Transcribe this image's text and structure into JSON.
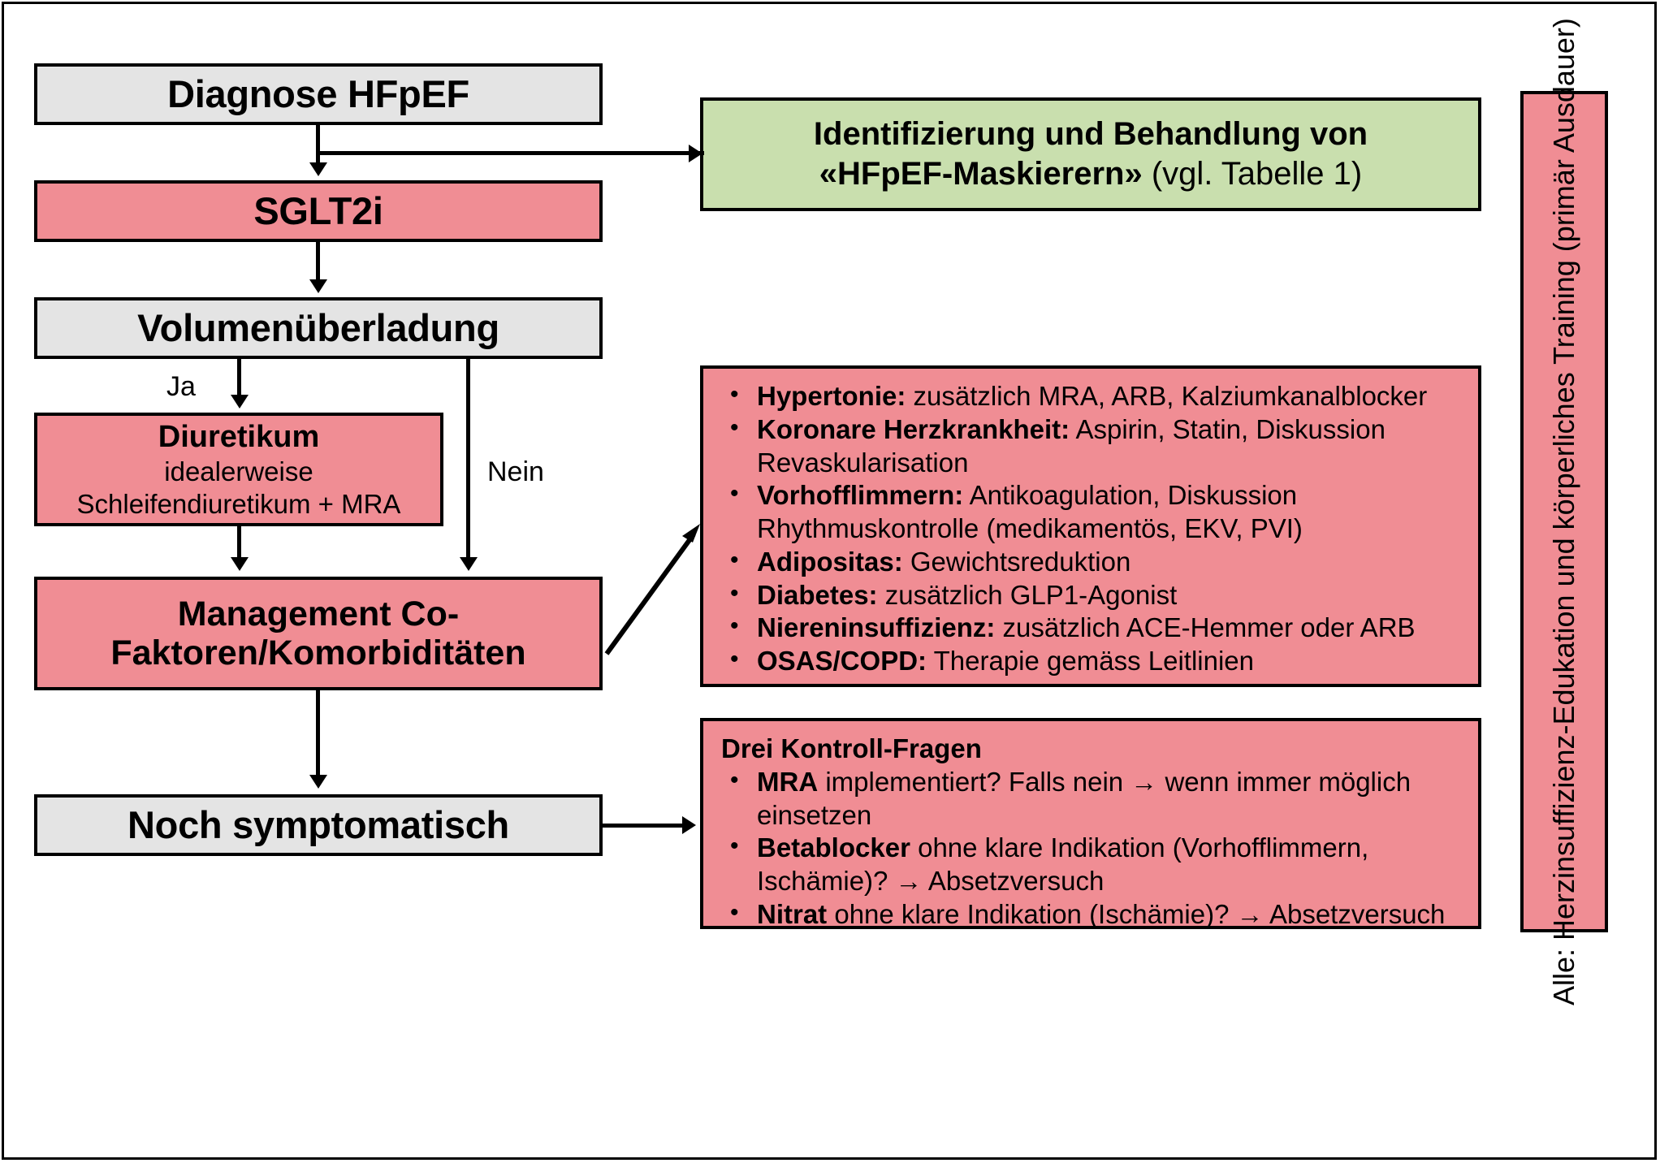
{
  "diagram": {
    "title": "HFpEF Behandlungsalgorithmus",
    "colors": {
      "pink": "#f08d94",
      "green": "#c9dfae",
      "grey": "#e4e4e4",
      "border": "#000000",
      "background": "#ffffff"
    }
  },
  "nodes": {
    "diagnose": {
      "label": "Diagnose HFpEF"
    },
    "sglt2i": {
      "label": "SGLT2i"
    },
    "volumen": {
      "label": "Volumenüberladung"
    },
    "diuretikum": {
      "heading": "Diuretikum",
      "sub_line1": "idealerweise",
      "sub_line2": "Schleifendiuretikum + MRA"
    },
    "management": {
      "line1": "Management Co-",
      "line2": "Faktoren/Komorbiditäten"
    },
    "symptomatisch": {
      "label": "Noch symptomatisch"
    },
    "maskierer": {
      "line1": "Identifizierung und Behandlung von",
      "line2_bold": "«HFpEF-Maskierern»",
      "line2_regular": " (vgl. Tabelle 1)"
    }
  },
  "edges": {
    "ja_label": "Ja",
    "nein_label": "Nein"
  },
  "comorbidities": {
    "items": [
      {
        "term": "Hypertonie:",
        "text": " zusätzlich MRA, ARB, Kalziumkanalblocker"
      },
      {
        "term": "Koronare Herzkrankheit:",
        "text": " Aspirin, Statin, Diskussion Revaskularisation"
      },
      {
        "term": "Vorhofflimmern:",
        "text": " Antikoagulation, Diskussion Rhythmuskontrolle (medikamentös, EKV, PVI)"
      },
      {
        "term": "Adipositas:",
        "text": " Gewichtsreduktion"
      },
      {
        "term": "Diabetes:",
        "text": " zusätzlich GLP1-Agonist"
      },
      {
        "term": "Niereninsuffizienz:",
        "text": " zusätzlich ACE-Hemmer oder ARB"
      },
      {
        "term": "OSAS/COPD:",
        "text": " Therapie gemäss Leitlinien"
      }
    ]
  },
  "control_questions": {
    "heading": "Drei Kontroll-Fragen",
    "items": [
      {
        "term": "MRA",
        "text": " implementiert? Falls nein → wenn immer möglich einsetzen"
      },
      {
        "term": "Betablocker",
        "text": " ohne klare Indikation (Vorhofflimmern, Ischämie)? → Absetzversuch"
      },
      {
        "term": "Nitrat",
        "text": " ohne klare Indikation (Ischämie)? → Absetzversuch"
      }
    ]
  },
  "sidebar": {
    "text": "Alle: Herzinsuffizienz-Edukation und körperliches Training (primär Ausdauer)"
  }
}
